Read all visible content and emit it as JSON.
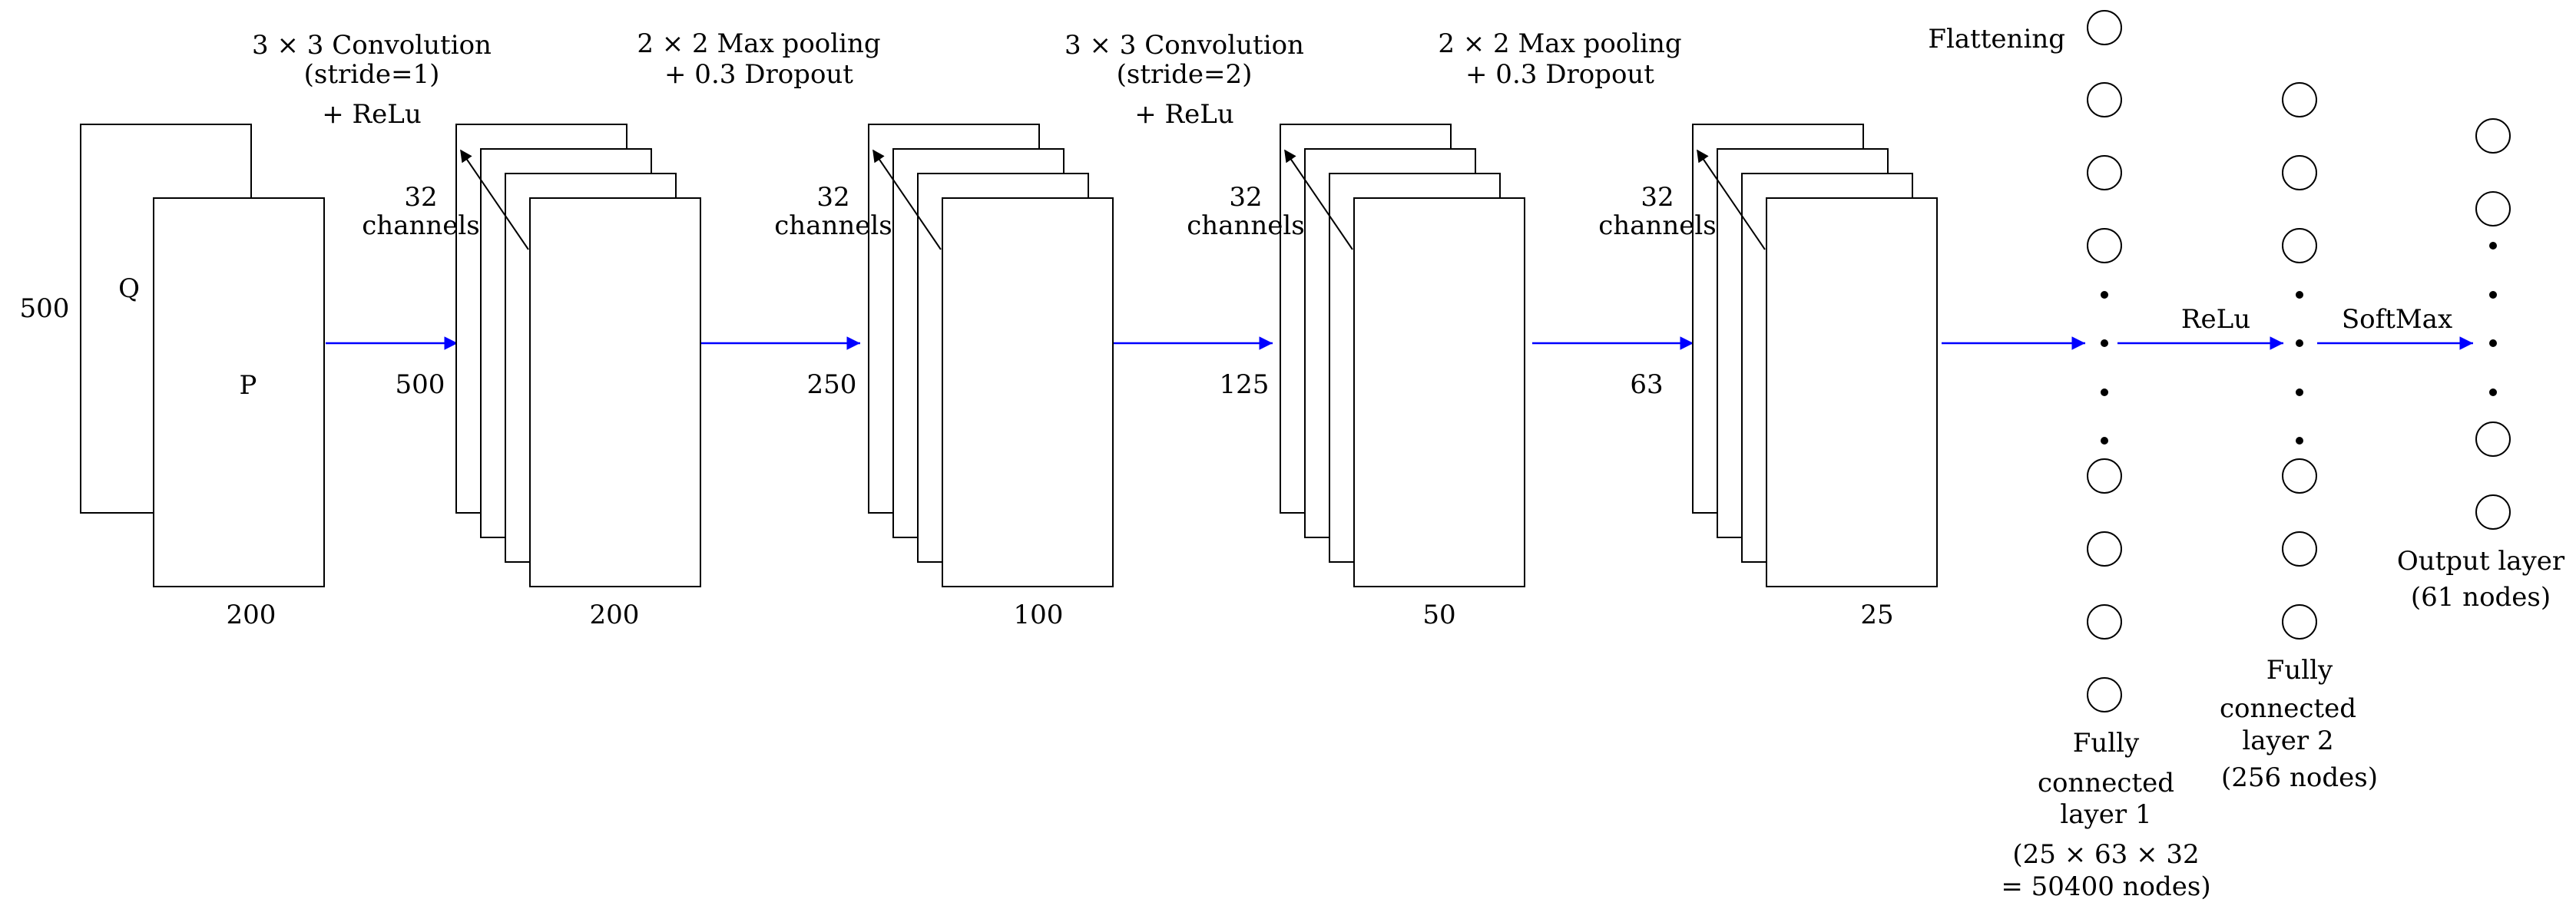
{
  "colors": {
    "arrow": "#0000ff",
    "stroke": "#000000",
    "background": "#ffffff"
  },
  "input": {
    "back_label": "Q",
    "front_label": "P",
    "height_label": "500",
    "width_label": "200"
  },
  "stages": [
    {
      "op_line1": "3 × 3 Convolution",
      "op_line2": "(stride=1)",
      "op_line3": "+ ReLu",
      "channels_num": "32",
      "channels_word": "channels",
      "height_label": "500",
      "width_label": "200"
    },
    {
      "op_line1": "2 × 2 Max pooling",
      "op_line2": "+ 0.3 Dropout",
      "channels_num": "32",
      "channels_word": "channels",
      "height_label": "250",
      "width_label": "100"
    },
    {
      "op_line1": "3 × 3 Convolution",
      "op_line2": "(stride=2)",
      "op_line3": "+ ReLu",
      "channels_num": "32",
      "channels_word": "channels",
      "height_label": "125",
      "width_label": "50"
    },
    {
      "op_line1": "2 × 2 Max pooling",
      "op_line2": "+ 0.3 Dropout",
      "channels_num": "32",
      "channels_word": "channels",
      "height_label": "63",
      "width_label": "25"
    }
  ],
  "flatten_label": "Flattening",
  "relu_label": "ReLu",
  "softmax_label": "SoftMax",
  "fc1": {
    "line1": "Fully",
    "line2": "connected",
    "line3": "layer 1",
    "line4": "(25 × 63 × 32",
    "line5": "= 50400 nodes)"
  },
  "fc2": {
    "line1": "Fully",
    "line2": "connected",
    "line3": "layer 2",
    "line4": "(256 nodes)"
  },
  "output": {
    "line1": "Output layer",
    "line2": "(61 nodes)"
  }
}
